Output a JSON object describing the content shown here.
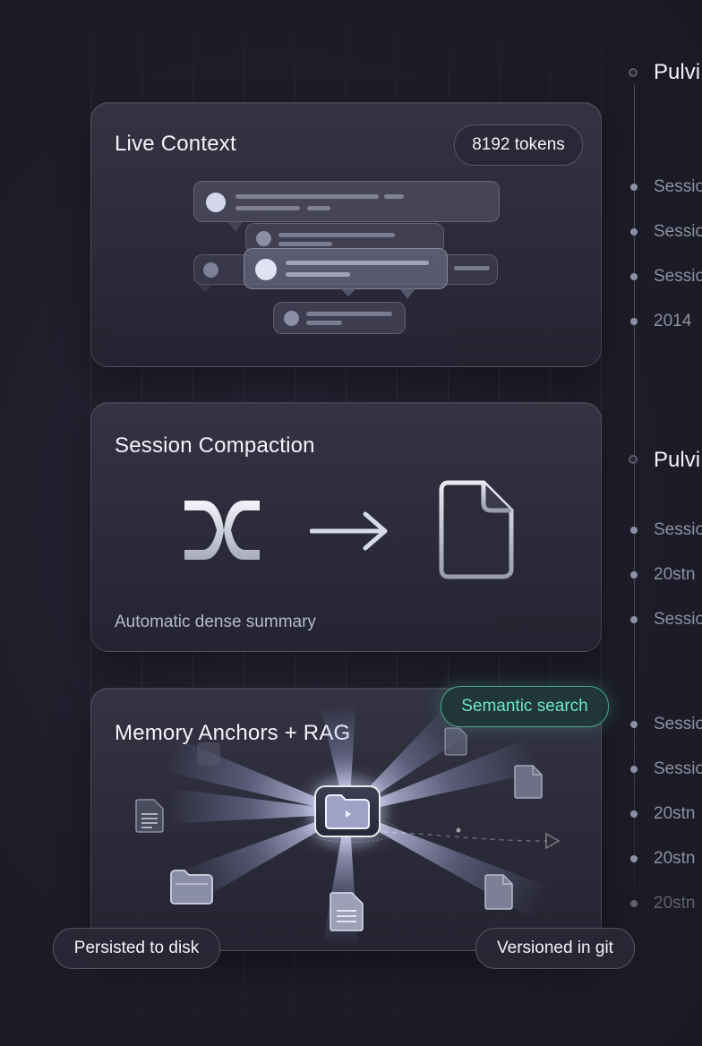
{
  "live_context": {
    "title": "Live Context",
    "tokens_label": "8192 tokens"
  },
  "session_compaction": {
    "title": "Session Compaction",
    "caption": "Automatic dense summary"
  },
  "memory_anchors": {
    "title": "Memory Anchors + RAG",
    "semantic_search": "Semantic search",
    "persisted": "Persisted to disk",
    "versioned": "Versioned in git"
  },
  "timeline": {
    "groups": [
      {
        "title": "Pulvi",
        "items": [
          "Sessio",
          "Sessio",
          "Sessio",
          "2014"
        ]
      },
      {
        "title": "Pulvi",
        "items": [
          "Sessio",
          "20stn",
          "Sessio"
        ]
      },
      {
        "title": "",
        "items": [
          "Sessio",
          "Sessio",
          "20stn",
          "20stn",
          "20stn"
        ]
      }
    ]
  },
  "colors": {
    "accent_teal": "#5fe3c1",
    "background": "#1f1f2c"
  }
}
